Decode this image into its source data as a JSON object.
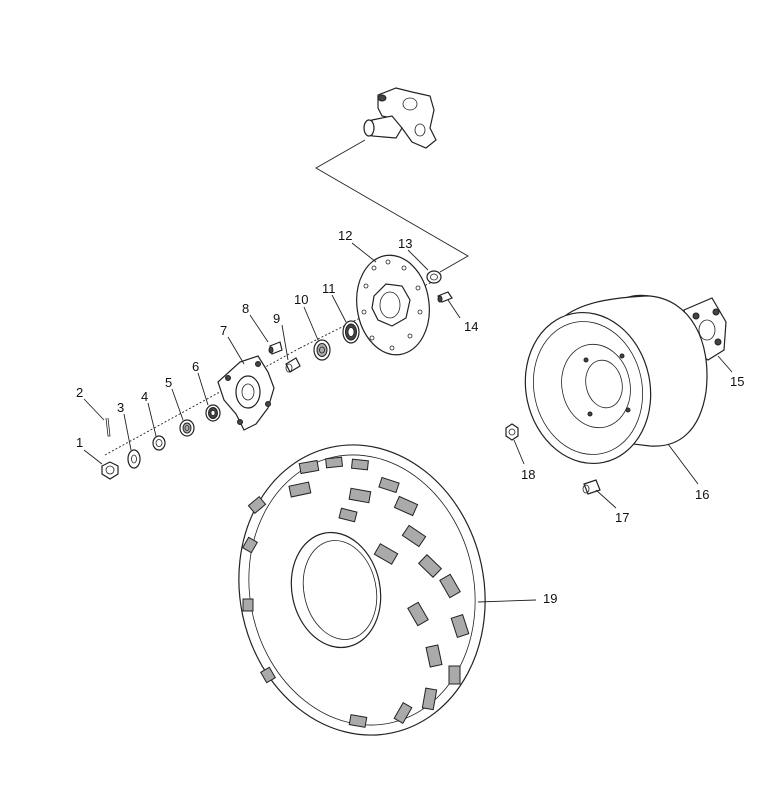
{
  "callouts": [
    {
      "num": "1"
    },
    {
      "num": "2"
    },
    {
      "num": "3"
    },
    {
      "num": "4"
    },
    {
      "num": "5"
    },
    {
      "num": "6"
    },
    {
      "num": "7"
    },
    {
      "num": "8"
    },
    {
      "num": "9"
    },
    {
      "num": "10"
    },
    {
      "num": "11"
    },
    {
      "num": "12"
    },
    {
      "num": "13"
    },
    {
      "num": "14"
    },
    {
      "num": "15"
    },
    {
      "num": "16"
    },
    {
      "num": "17"
    },
    {
      "num": "18"
    },
    {
      "num": "19"
    }
  ]
}
